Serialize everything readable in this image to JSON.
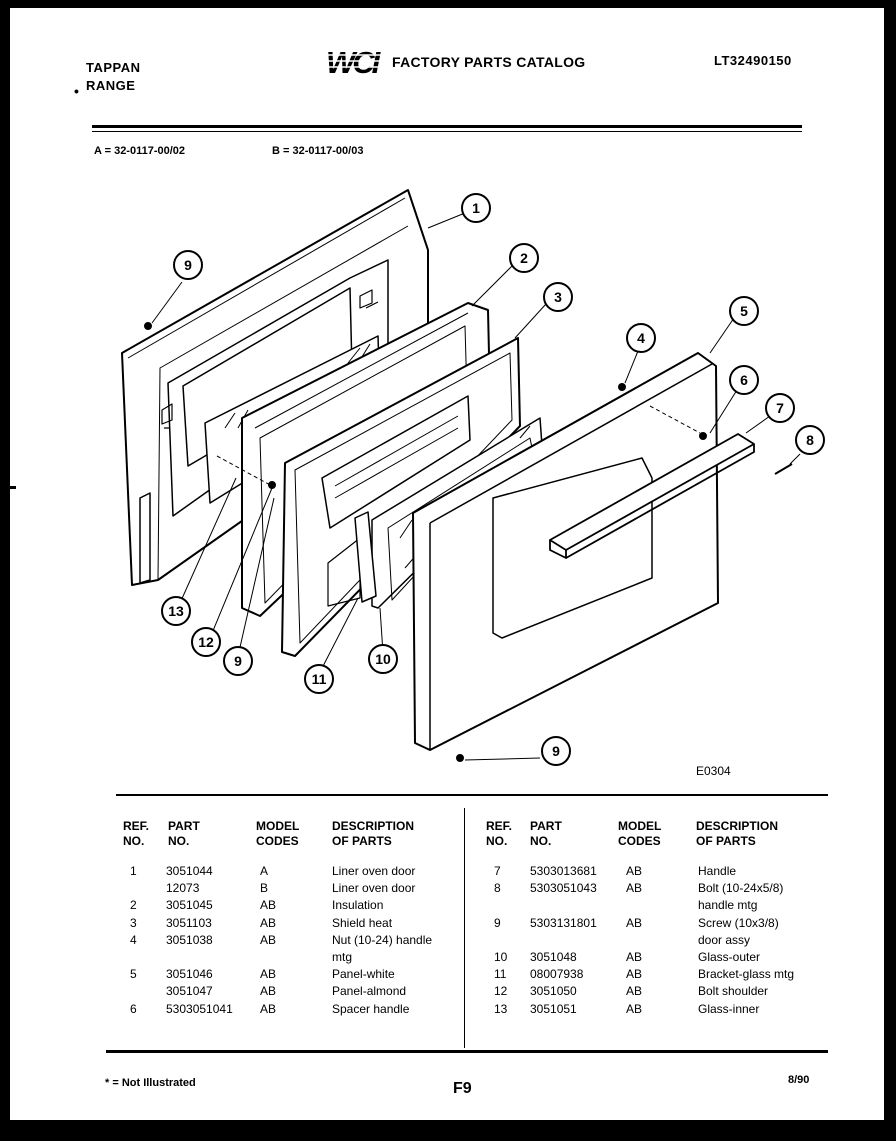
{
  "header": {
    "brand": "TAPPAN",
    "product": "RANGE",
    "logo_text": "WCI",
    "catalog_title": "FACTORY PARTS CATALOG",
    "catalog_number": "LT32490150"
  },
  "models": {
    "a": "A = 32-0117-00/02",
    "b": "B = 32-0117-00/03"
  },
  "diagram": {
    "figure_code": "E0304",
    "callouts": [
      "1",
      "2",
      "3",
      "4",
      "5",
      "6",
      "7",
      "8",
      "9",
      "9",
      "9",
      "10",
      "11",
      "12",
      "13"
    ]
  },
  "table": {
    "col_ref": "REF.",
    "col_ref2": "NO.",
    "col_part": "PART",
    "col_part2": "NO.",
    "col_model": "MODEL",
    "col_model2": "CODES",
    "col_desc": "DESCRIPTION",
    "col_desc2": "OF PARTS",
    "left_rows": [
      {
        "ref": "1",
        "part": "3051044",
        "model": "A",
        "desc": "Liner oven door"
      },
      {
        "ref": "",
        "part": "12073",
        "model": "B",
        "desc": "Liner oven door"
      },
      {
        "ref": "2",
        "part": "3051045",
        "model": "AB",
        "desc": "Insulation"
      },
      {
        "ref": "3",
        "part": "3051103",
        "model": "AB",
        "desc": "Shield heat"
      },
      {
        "ref": "4",
        "part": "3051038",
        "model": "AB",
        "desc": "Nut (10-24) handle"
      },
      {
        "ref": "",
        "part": "",
        "model": "",
        "desc": "mtg"
      },
      {
        "ref": "5",
        "part": "3051046",
        "model": "AB",
        "desc": "Panel-white"
      },
      {
        "ref": "",
        "part": "3051047",
        "model": "AB",
        "desc": "Panel-almond"
      },
      {
        "ref": "6",
        "part": "5303051041",
        "model": "AB",
        "desc": "Spacer handle"
      }
    ],
    "right_rows": [
      {
        "ref": "7",
        "part": "5303013681",
        "model": "AB",
        "desc": "Handle"
      },
      {
        "ref": "8",
        "part": "5303051043",
        "model": "AB",
        "desc": "Bolt (10-24x5/8)"
      },
      {
        "ref": "",
        "part": "",
        "model": "",
        "desc": "handle mtg"
      },
      {
        "ref": "9",
        "part": "5303131801",
        "model": "AB",
        "desc": "Screw (10x3/8)"
      },
      {
        "ref": "",
        "part": "",
        "model": "",
        "desc": "door assy"
      },
      {
        "ref": "10",
        "part": "3051048",
        "model": "AB",
        "desc": "Glass-outer"
      },
      {
        "ref": "11",
        "part": "08007938",
        "model": "AB",
        "desc": "Bracket-glass mtg"
      },
      {
        "ref": "12",
        "part": "3051050",
        "model": "AB",
        "desc": "Bolt shoulder"
      },
      {
        "ref": "13",
        "part": "3051051",
        "model": "AB",
        "desc": "Glass-inner"
      }
    ]
  },
  "footer": {
    "note": "* = Not Illustrated",
    "page": "F9",
    "date": "8/90"
  }
}
